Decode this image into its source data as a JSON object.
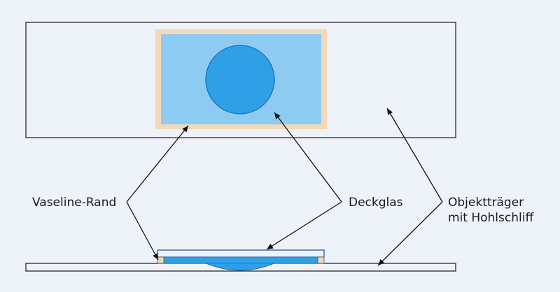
{
  "labels": {
    "vaseline_rand": "Vaseline-Rand",
    "deckglas": "Deckglas",
    "objekttraeger_line1": "Objektträger",
    "objekttraeger_line2": "mit Hohlschliff"
  },
  "colors": {
    "background": "#eef3f9",
    "slide_stroke": "#1a1a1a",
    "vaseline": "#f1d9b9",
    "coverslip": "#8ecbf2",
    "drop": "#2f9fe8",
    "drop_stroke": "#1f6fb0",
    "arrow": "#111111"
  }
}
